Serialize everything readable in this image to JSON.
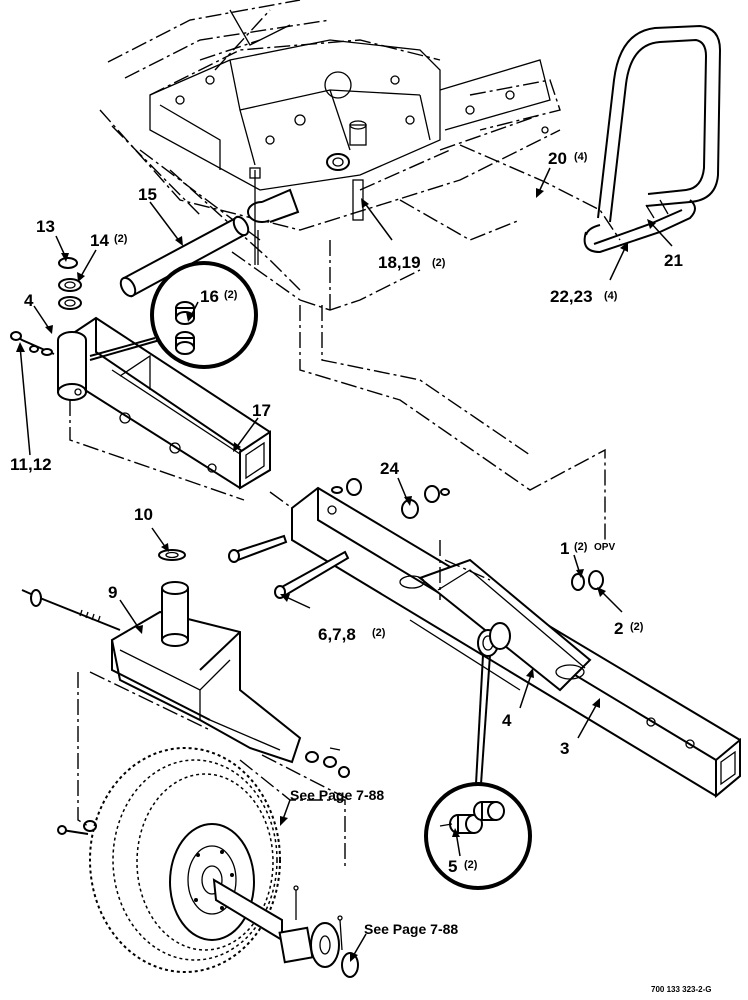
{
  "labels": {
    "c1": "1",
    "c1q": "(2)",
    "c1s": "OPV",
    "c2": "2",
    "c2q": "(2)",
    "c3": "3",
    "c4a": "4",
    "c4b": "4",
    "c5": "5",
    "c5q": "(2)",
    "c678": "6,7,8",
    "c678q": "(2)",
    "c9": "9",
    "c10": "10",
    "c1112": "11,12",
    "c13": "13",
    "c14": "14",
    "c14q": "(2)",
    "c15": "15",
    "c16": "16",
    "c16q": "(2)",
    "c17": "17",
    "c1819": "18,19",
    "c1819q": "(2)",
    "c20": "20",
    "c20q": "(4)",
    "c21": "21",
    "c2223": "22,23",
    "c2223q": "(4)",
    "c24": "24"
  },
  "refs": {
    "upper": "See Page 7-88",
    "lower": "See Page 7-88"
  },
  "figure_id": "700 133 323-2-G"
}
